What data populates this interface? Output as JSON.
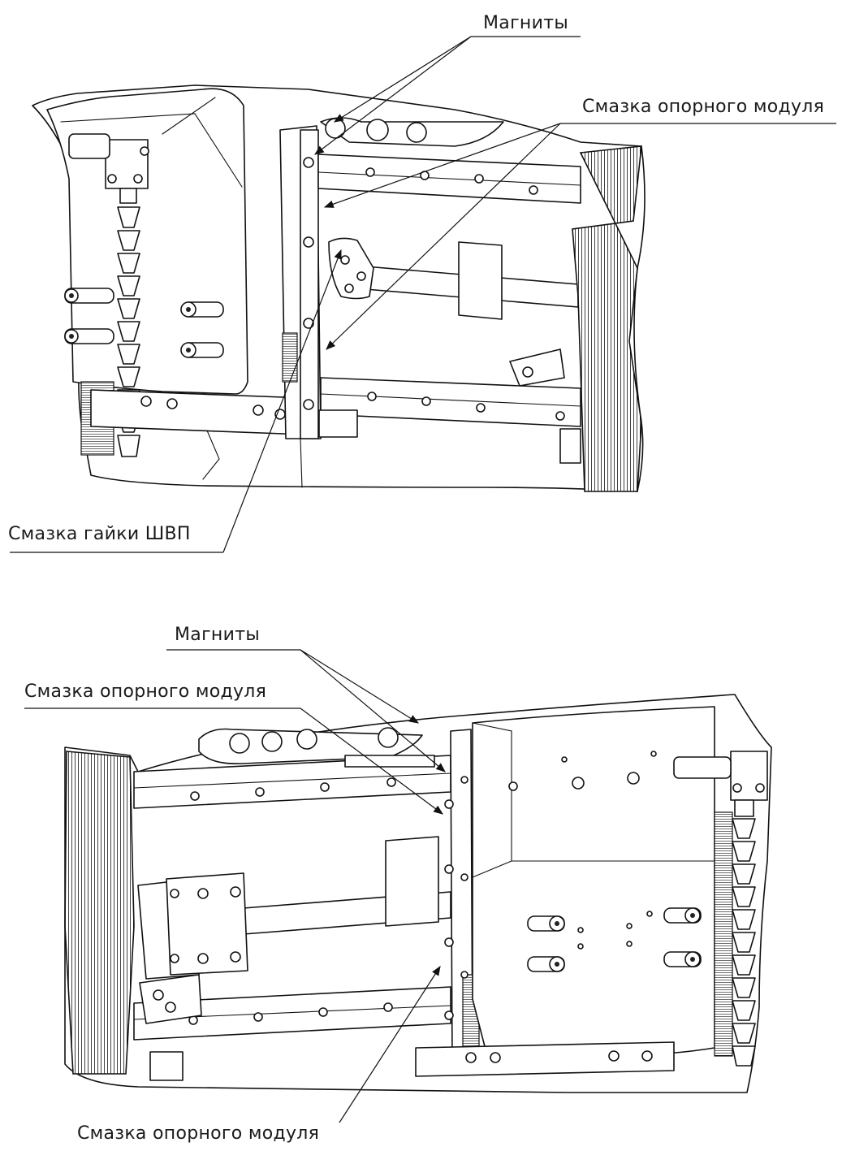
{
  "labels": {
    "top_magnets": "Магниты",
    "top_support_lube": "Смазка опорного модуля",
    "top_nut_lube": "Смазка гайки ШВП",
    "bottom_magnets": "Магниты",
    "bottom_support_lube_upper": "Смазка опорного модуля",
    "bottom_support_lube_lower": "Смазка опорного модуля"
  },
  "colors": {
    "stroke": "#111111",
    "background": "#ffffff",
    "bellows": "#222222"
  },
  "icons": [
    "arrowhead-icon",
    "bolt-icon",
    "hole-icon"
  ]
}
